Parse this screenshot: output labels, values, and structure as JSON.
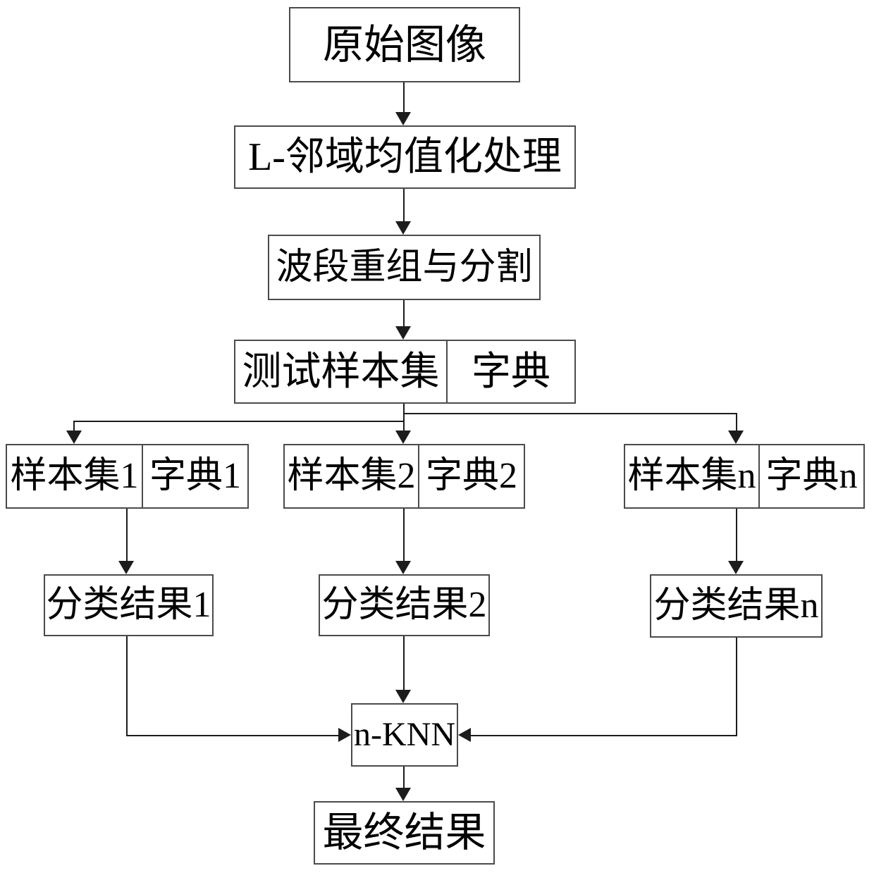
{
  "nodes": {
    "original_image": "原始图像",
    "l_neighborhood_mean": "L-邻域均值化处理",
    "band_recombine_split": "波段重组与分割",
    "test_sample_set": "测试样本集",
    "dictionary": "字典",
    "sample_set_1": "样本集1",
    "dictionary_1": "字典1",
    "sample_set_2": "样本集2",
    "dictionary_2": "字典2",
    "sample_set_n": "样本集n",
    "dictionary_n": "字典n",
    "class_result_1": "分类结果1",
    "class_result_2": "分类结果2",
    "class_result_n": "分类结果n",
    "n_knn": "n-KNN",
    "final_result": "最终结果"
  },
  "edges": [
    [
      "original_image",
      "l_neighborhood_mean"
    ],
    [
      "l_neighborhood_mean",
      "band_recombine_split"
    ],
    [
      "band_recombine_split",
      "test_sample_set+dictionary"
    ],
    [
      "test_sample_set+dictionary",
      "sample_set_1+dictionary_1"
    ],
    [
      "test_sample_set+dictionary",
      "sample_set_2+dictionary_2"
    ],
    [
      "test_sample_set+dictionary",
      "sample_set_n+dictionary_n"
    ],
    [
      "sample_set_1+dictionary_1",
      "class_result_1"
    ],
    [
      "sample_set_2+dictionary_2",
      "class_result_2"
    ],
    [
      "sample_set_n+dictionary_n",
      "class_result_n"
    ],
    [
      "class_result_1",
      "n_knn"
    ],
    [
      "class_result_2",
      "n_knn"
    ],
    [
      "class_result_n",
      "n_knn"
    ],
    [
      "n_knn",
      "final_result"
    ]
  ],
  "colors": {
    "background": "#ffffff",
    "box_border": "#4b4b4b",
    "connector": "#1c1c1c",
    "text": "#000000"
  }
}
